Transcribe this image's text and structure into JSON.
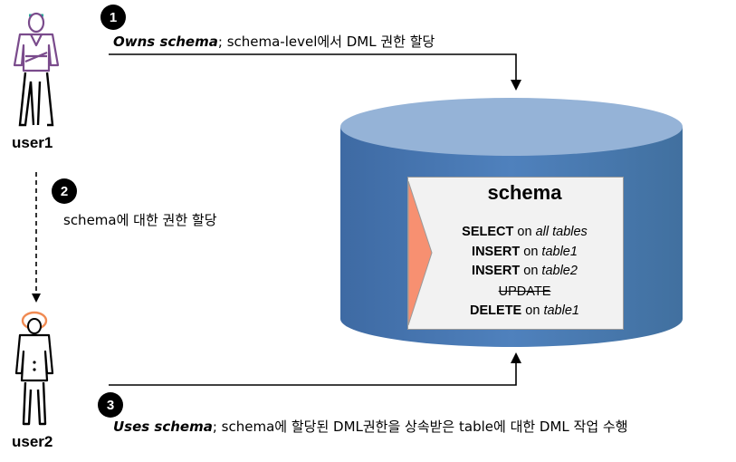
{
  "steps": [
    {
      "number": "1",
      "caption_em": "Owns schema",
      "caption_rest": "; schema-level에서 DML 권한 할당"
    },
    {
      "number": "2",
      "caption_rest": "schema에 대한 권한  할당"
    },
    {
      "number": "3",
      "caption_em": "Uses schema",
      "caption_rest": "; schema에 할당된 DML권한을 상속받은 table에 대한 DML  작업 수행"
    }
  ],
  "users": {
    "user1": "user1",
    "user2": "user2"
  },
  "schema": {
    "title": "schema",
    "permissions": [
      {
        "keyword": "SELECT",
        "on": "on",
        "object": "all tables",
        "struck": false
      },
      {
        "keyword": "INSERT",
        "on": "on",
        "object": "table1",
        "struck": false
      },
      {
        "keyword": "INSERT",
        "on": "on",
        "object": "table2",
        "struck": false
      },
      {
        "keyword": "UPDATE",
        "on": "",
        "object": "",
        "struck": true
      },
      {
        "keyword": "DELETE",
        "on": "on",
        "object": "table1",
        "struck": false
      }
    ]
  },
  "colors": {
    "cylinder_body": "#4f81bd",
    "cylinder_top": "#95b3d7",
    "arrow_tab": "#f79071",
    "user1_figure": "#7a4b8c",
    "user2_accent": "#f08a52",
    "user2_collar": "#2aa89a"
  }
}
